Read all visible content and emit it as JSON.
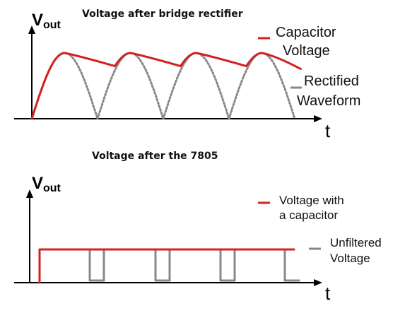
{
  "chart_data": [
    {
      "type": "line",
      "title": "Voltage after bridge rectifier",
      "ylabel_main": "V",
      "ylabel_sub": "out",
      "xlabel": "t",
      "legend": [
        {
          "name": "Capacitor Voltage",
          "lines": [
            "Capacitor",
            "Voltage"
          ],
          "color": "#d42020"
        },
        {
          "name": "Rectified Waveform",
          "lines": [
            "Rectified",
            "Waveform"
          ],
          "color": "#888888"
        }
      ],
      "rectified": {
        "cycles": 4,
        "peak": 1.0
      },
      "capacitor": {
        "peak": 1.0,
        "min": 0.8
      }
    },
    {
      "type": "line",
      "title": "Voltage after the 7805",
      "ylabel_main": "V",
      "ylabel_sub": "out",
      "xlabel": "t",
      "legend": [
        {
          "name": "Voltage with a capacitor",
          "lines": [
            "Voltage with",
            "a capacitor"
          ],
          "color": "#d42020"
        },
        {
          "name": "Unfiltered Voltage",
          "lines": [
            "Unfiltered",
            "Voltage"
          ],
          "color": "#888888"
        }
      ],
      "regulated_level": 1.0,
      "dropouts": 4
    }
  ]
}
